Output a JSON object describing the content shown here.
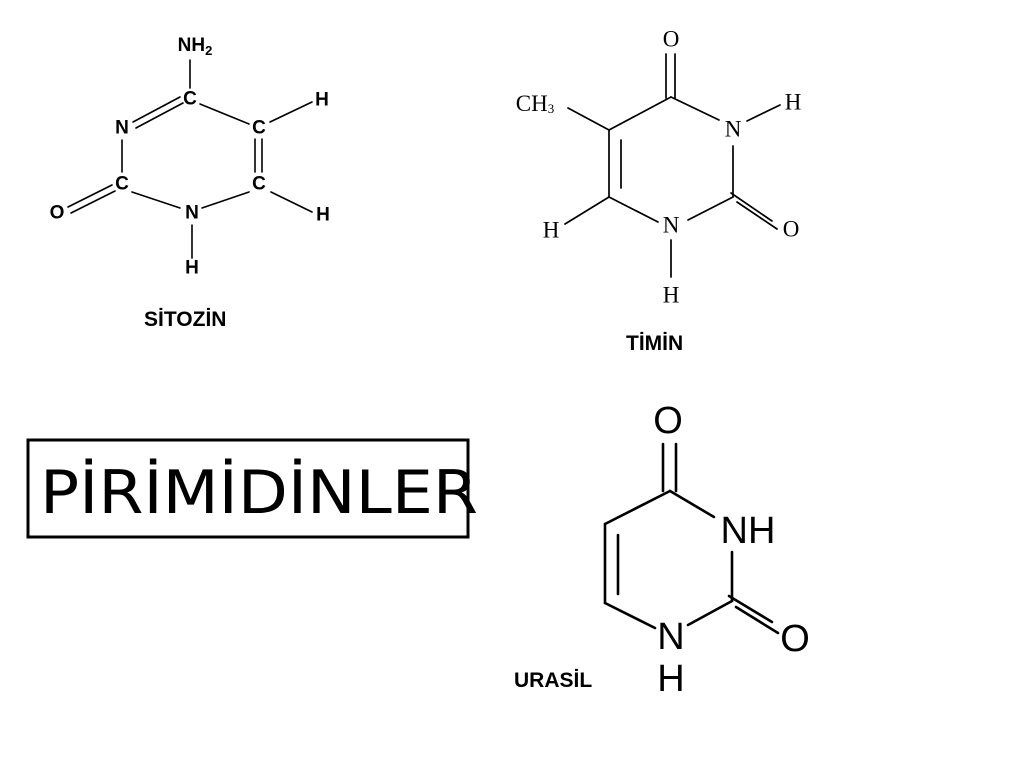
{
  "title": "PİRİMİDİNLER",
  "molecules": {
    "cytosine": {
      "name": "SİTOZİN",
      "atoms": {
        "nh2": "NH",
        "nh2_sub": "2",
        "c4": "C",
        "n3": "N",
        "c5": "C",
        "h5": "H",
        "c2": "C",
        "o2": "O",
        "c6": "C",
        "h6": "H",
        "n1": "N",
        "h1": "H"
      }
    },
    "thymine": {
      "name": "TİMİN",
      "atoms": {
        "ch3": "CH",
        "ch3_sub": "3",
        "o4": "O",
        "n3": "N",
        "h3": "H",
        "o2": "O",
        "n1": "N",
        "h1": "H",
        "h6": "H"
      }
    },
    "uracil": {
      "name": "URASİL",
      "atoms": {
        "o4": "O",
        "nh3": "NH",
        "n1": "N",
        "h1": "H",
        "o2": "O"
      }
    }
  }
}
